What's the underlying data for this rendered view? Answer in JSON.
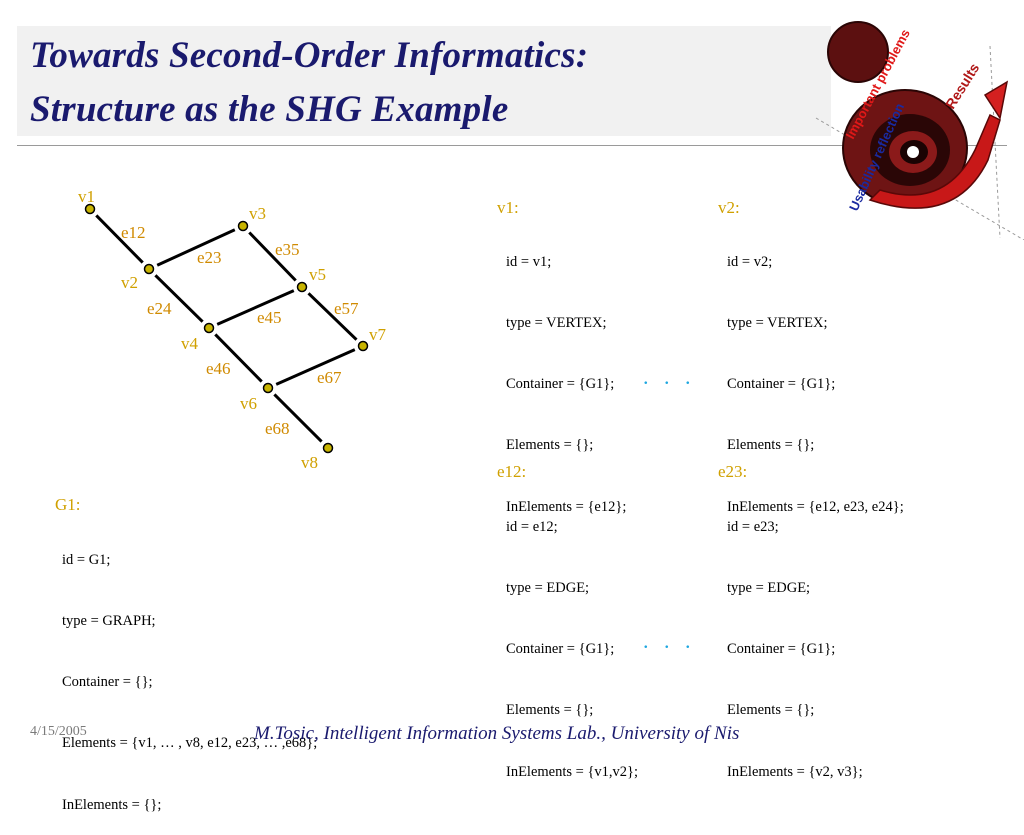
{
  "slide": {
    "title_line1": "Towards Second-Order Informatics:",
    "title_line2": "Structure as the SHG Example"
  },
  "logo": {
    "text_important": "Important problems",
    "text_results": "Results",
    "text_usability": "Usability reflection"
  },
  "chart_data": {
    "type": "graph",
    "vertices": [
      "v1",
      "v2",
      "v3",
      "v4",
      "v5",
      "v6",
      "v7",
      "v8"
    ],
    "edges": [
      {
        "label": "e12",
        "from": "v1",
        "to": "v2"
      },
      {
        "label": "e23",
        "from": "v2",
        "to": "v3"
      },
      {
        "label": "e35",
        "from": "v3",
        "to": "v5"
      },
      {
        "label": "e24",
        "from": "v2",
        "to": "v4"
      },
      {
        "label": "e45",
        "from": "v4",
        "to": "v5"
      },
      {
        "label": "e57",
        "from": "v5",
        "to": "v7"
      },
      {
        "label": "e46",
        "from": "v4",
        "to": "v6"
      },
      {
        "label": "e67",
        "from": "v6",
        "to": "v7"
      },
      {
        "label": "e68",
        "from": "v6",
        "to": "v8"
      }
    ]
  },
  "nodes": {
    "g1": {
      "head": "G1:",
      "lines": [
        "id = G1;",
        "type = GRAPH;",
        "Container = {};",
        "Elements = {v1, … , v8, e12, e23, … ,e68};",
        "InElements = {};"
      ]
    },
    "v1": {
      "head": "v1:",
      "lines": [
        "id = v1;",
        "type = VERTEX;",
        "Container = {G1};",
        "Elements = {};",
        "InElements = {e12};"
      ]
    },
    "v2": {
      "head": "v2:",
      "lines": [
        "id = v2;",
        "type = VERTEX;",
        "Container = {G1};",
        "Elements = {};",
        "InElements = {e12, e23, e24};"
      ]
    },
    "e12": {
      "head": "e12:",
      "lines": [
        "id = e12;",
        "type = EDGE;",
        "Container = {G1};",
        "Elements = {};",
        "InElements = {v1,v2};"
      ]
    },
    "e23": {
      "head": "e23:",
      "lines": [
        "id = e23;",
        "type = EDGE;",
        "Container = {G1};",
        "Elements = {};",
        "InElements = {v2, v3};"
      ]
    }
  },
  "ellipsis": ". . .",
  "footer": {
    "date": "4/15/2005",
    "author": "M.Tosic, Intelligent Information Systems Lab., University of Nis"
  }
}
